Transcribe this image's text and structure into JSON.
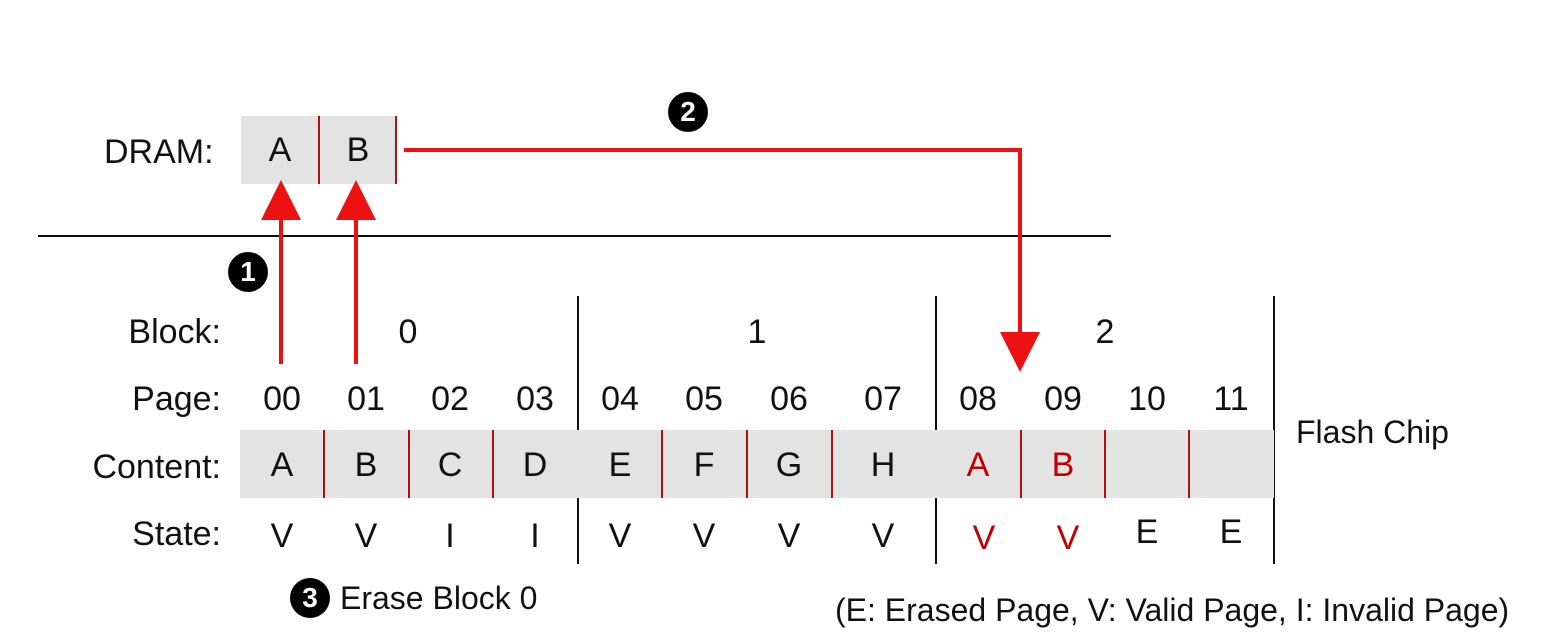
{
  "labels": {
    "dram": "DRAM:",
    "block": "Block:",
    "page": "Page:",
    "content": "Content:",
    "state": "State:"
  },
  "dram_cells": [
    "A",
    "B"
  ],
  "blocks": [
    "0",
    "1",
    "2"
  ],
  "pages": [
    "00",
    "01",
    "02",
    "03",
    "04",
    "05",
    "06",
    "07",
    "08",
    "09",
    "10",
    "11"
  ],
  "contents": [
    "A",
    "B",
    "C",
    "D",
    "E",
    "F",
    "G",
    "H",
    "A",
    "B",
    "",
    ""
  ],
  "states": [
    "V",
    "V",
    "I",
    "I",
    "V",
    "V",
    "V",
    "V",
    "V",
    "V",
    "E",
    "E"
  ],
  "steps": {
    "step1": "1",
    "step2": "2",
    "step3": "3",
    "step3_text": "Erase Block 0"
  },
  "flash_chip_label": "Flash Chip",
  "legend": "(E: Erased Page, V: Valid Page, I: Invalid Page)",
  "colors": {
    "highlight": "#c00000",
    "arrow": "#ee1111",
    "cell_bg": "#e3e3e3"
  }
}
